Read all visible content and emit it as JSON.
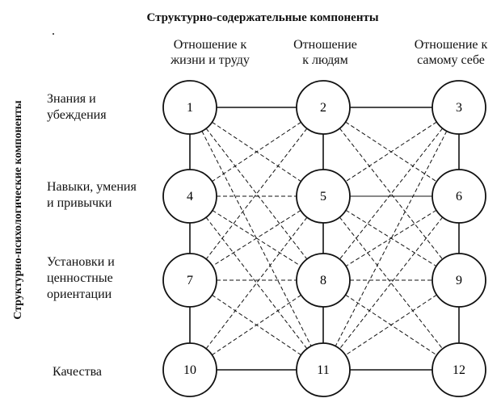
{
  "top_title": "Структурно-содержательные компоненты",
  "side_title": "Структурно-психологические компоненты",
  "columns": [
    {
      "line1": "Отношение к",
      "line2": "жизни и труду"
    },
    {
      "line1": "Отношение",
      "line2": "к людям"
    },
    {
      "line1": "Отношение к",
      "line2": "самому себе"
    }
  ],
  "rows": [
    {
      "line1": "Знания и",
      "line2": "убеждения"
    },
    {
      "line1": "Навыки, умения",
      "line2": "и привычки"
    },
    {
      "line1": "Установки и",
      "line2": "ценностные",
      "line3": "ориентации"
    },
    {
      "line1": "Качества"
    }
  ],
  "nodes": [
    "1",
    "2",
    "3",
    "4",
    "5",
    "6",
    "7",
    "8",
    "9",
    "10",
    "11",
    "12"
  ],
  "solid_edges": [
    [
      1,
      2
    ],
    [
      2,
      3
    ],
    [
      1,
      4
    ],
    [
      4,
      7
    ],
    [
      7,
      10
    ],
    [
      10,
      11
    ],
    [
      11,
      12
    ],
    [
      2,
      5
    ],
    [
      5,
      8
    ],
    [
      8,
      11
    ],
    [
      3,
      6
    ],
    [
      6,
      9
    ],
    [
      9,
      12
    ]
  ],
  "dashed_edges": [
    [
      1,
      5
    ],
    [
      1,
      8
    ],
    [
      1,
      11
    ],
    [
      2,
      4
    ],
    [
      2,
      6
    ],
    [
      2,
      7
    ],
    [
      2,
      9
    ],
    [
      3,
      5
    ],
    [
      3,
      8
    ],
    [
      3,
      11
    ],
    [
      4,
      5
    ],
    [
      4,
      8
    ],
    [
      4,
      11
    ],
    [
      5,
      6
    ],
    [
      5,
      7
    ],
    [
      5,
      9
    ],
    [
      5,
      10
    ],
    [
      5,
      12
    ],
    [
      6,
      8
    ],
    [
      6,
      11
    ],
    [
      7,
      8
    ],
    [
      7,
      11
    ],
    [
      8,
      9
    ],
    [
      8,
      10
    ],
    [
      8,
      12
    ],
    [
      9,
      11
    ],
    [
      4,
      6
    ]
  ]
}
